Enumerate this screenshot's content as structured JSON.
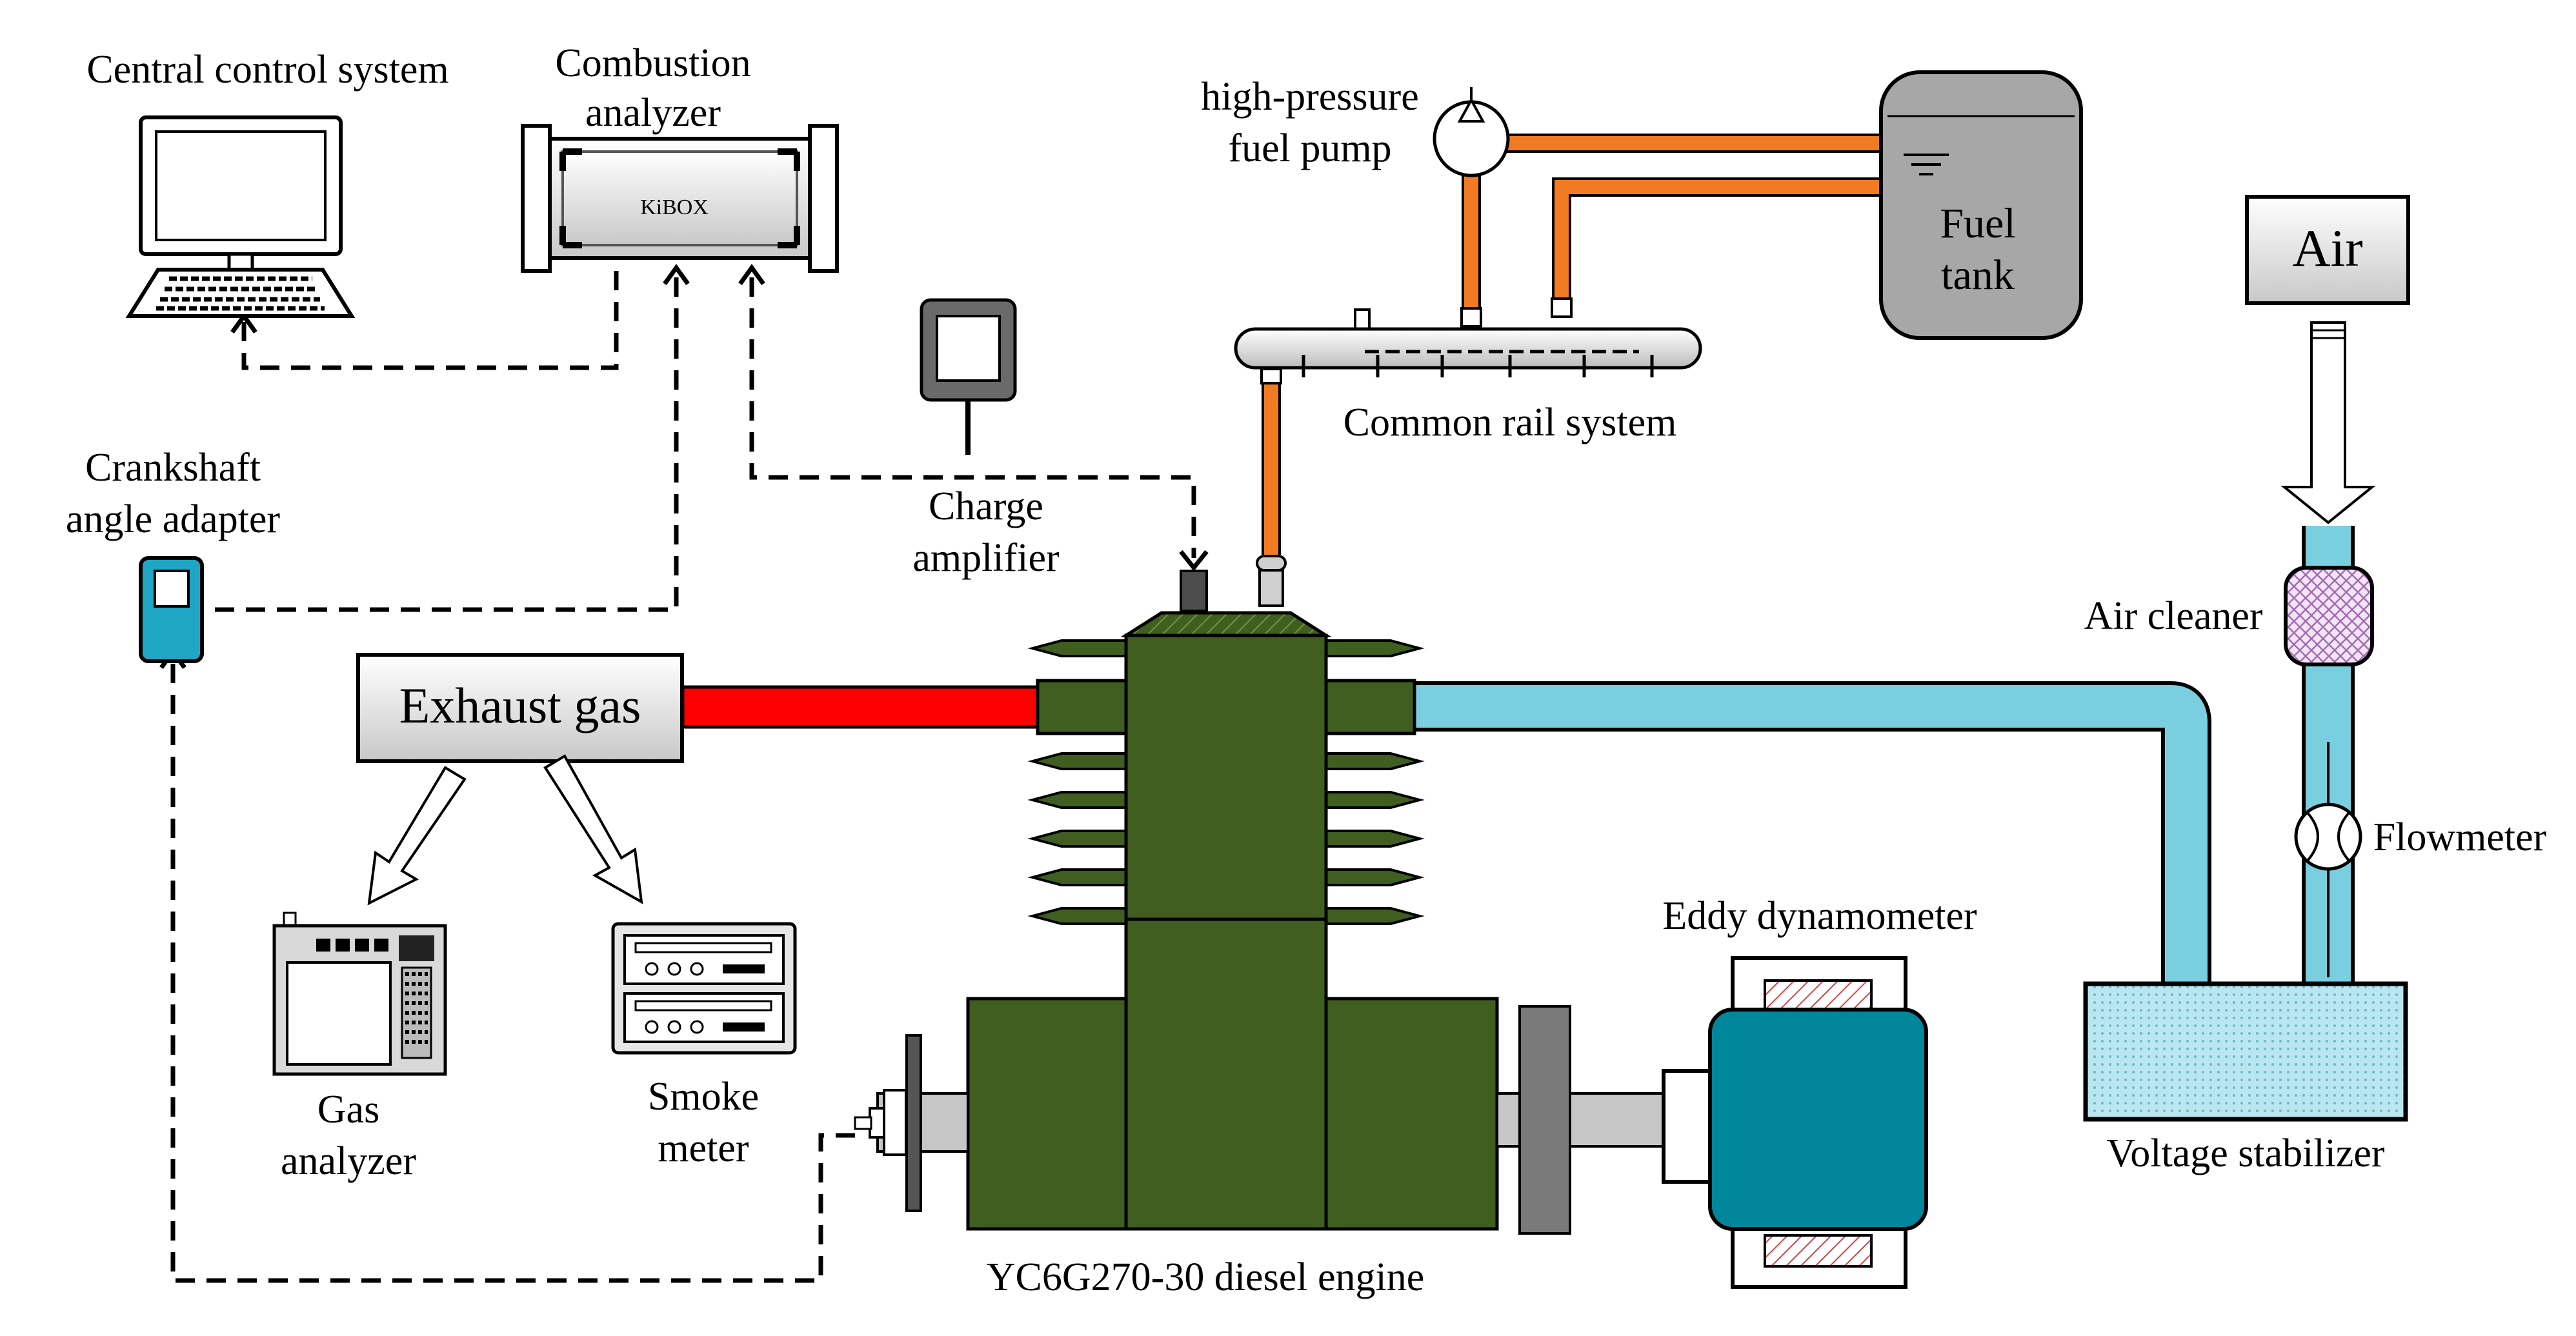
{
  "labels": {
    "central_control": "Central control system",
    "combustion_line1": "Combustion",
    "combustion_line2": "analyzer",
    "kibox": "KiBOX",
    "crankshaft_line1": "Crankshaft",
    "crankshaft_line2": "angle adapter",
    "charge_line1": "Charge",
    "charge_line2": "amplifier",
    "hp_pump_line1": "high-pressure",
    "hp_pump_line2": "fuel pump",
    "fuel_tank_line1": "Fuel",
    "fuel_tank_line2": "tank",
    "common_rail": "Common rail system",
    "air": "Air",
    "air_cleaner": "Air cleaner",
    "flowmeter": "Flowmeter",
    "exhaust_gas": "Exhaust gas",
    "gas_analyzer_line1": "Gas",
    "gas_analyzer_line2": "analyzer",
    "smoke_line1": "Smoke",
    "smoke_line2": "meter",
    "eddy": "Eddy dynamometer",
    "voltage": "Voltage stabilizer",
    "engine": "YC6G270-30 diesel engine"
  },
  "colors": {
    "engine_green": "#3f5e1f",
    "fuel_orange": "#f07b22",
    "exhaust_red": "#ff0000",
    "intake_cyan": "#79cfe0",
    "dyno_teal": "#00879b",
    "adapter_cyan": "#1fa6c4"
  }
}
